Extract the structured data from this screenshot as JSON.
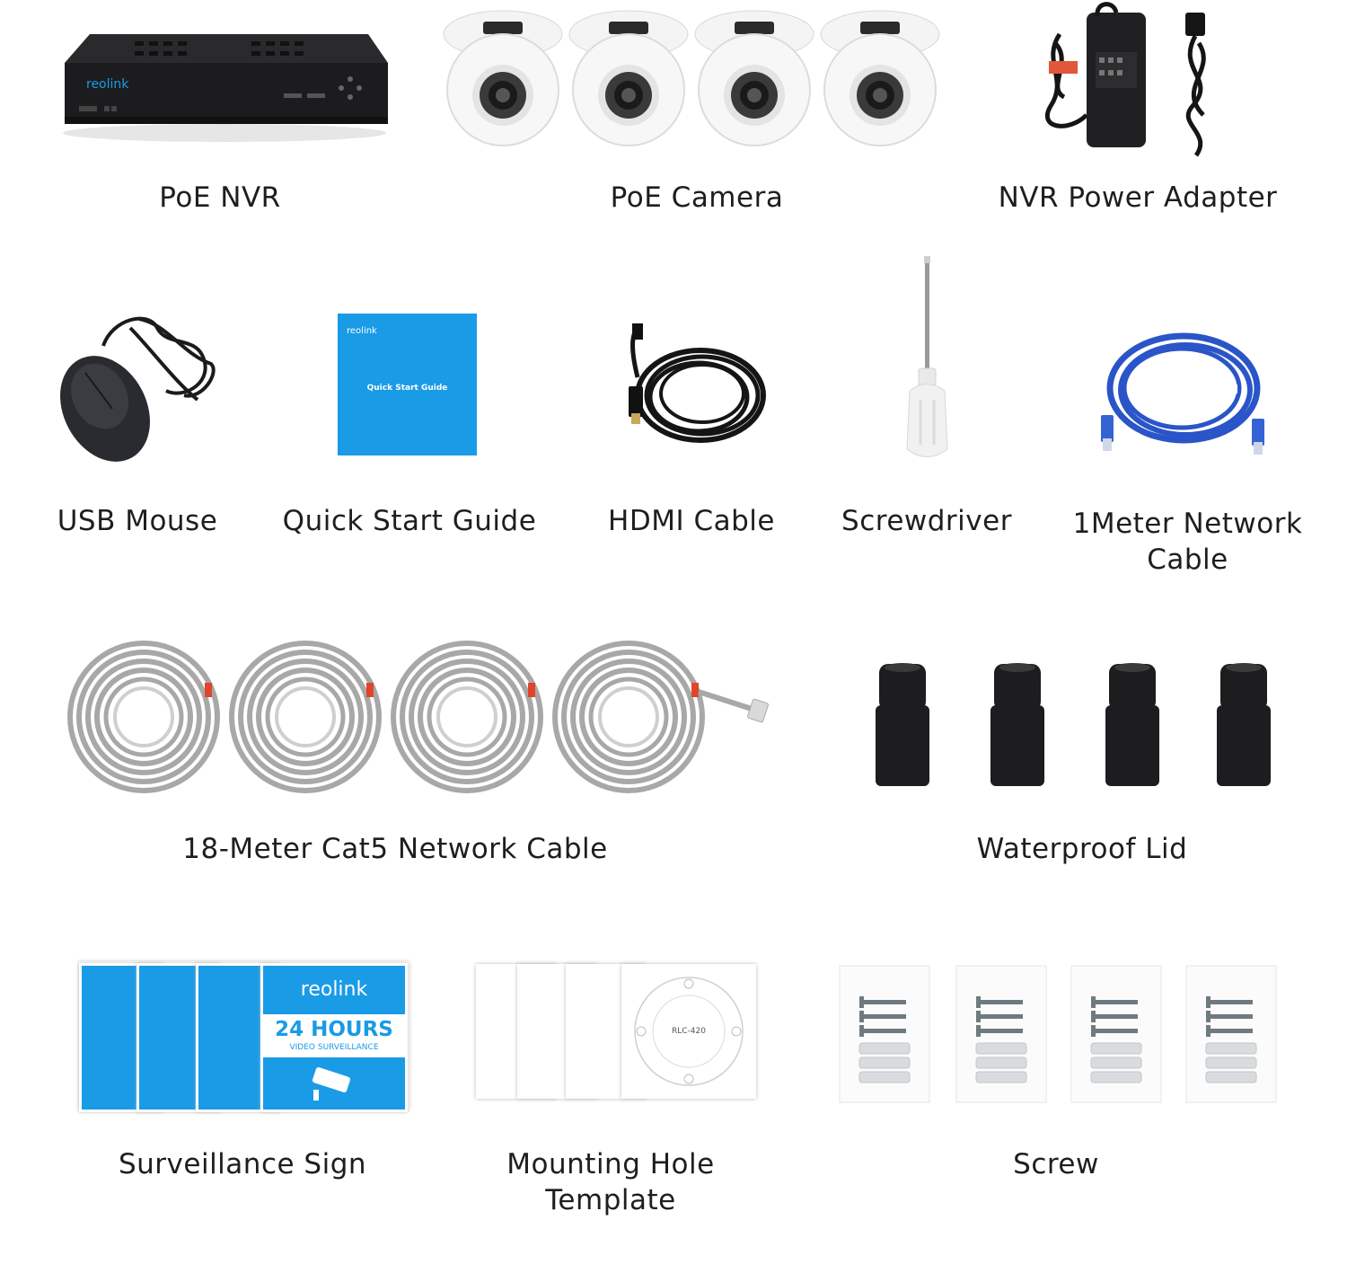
{
  "brand": {
    "logo_text": "reolink",
    "colors": {
      "brand_blue": "#1a9be6",
      "cable_blue": "#2a55c8",
      "nvr_black": "#1c1c1e"
    }
  },
  "items": {
    "poe_nvr": {
      "label": "PoE NVR"
    },
    "poe_camera": {
      "label": "PoE Camera"
    },
    "nvr_power_adapter": {
      "label": "NVR Power Adapter"
    },
    "usb_mouse": {
      "label": "USB Mouse"
    },
    "quick_start_guide": {
      "label": "Quick Start Guide",
      "cover_title": "Quick Start Guide"
    },
    "hdmi_cable": {
      "label": "HDMI Cable"
    },
    "screwdriver": {
      "label": "Screwdriver"
    },
    "network_cable_1m": {
      "label": "1Meter Network Cable"
    },
    "network_cable_18m": {
      "label": "18-Meter Cat5 Network Cable"
    },
    "waterproof_lid": {
      "label": "Waterproof Lid"
    },
    "surveillance_sign": {
      "label": "Surveillance Sign",
      "sign_headline": "24 HOURS",
      "sign_subline": "VIDEO SURVEILLANCE"
    },
    "mounting_template": {
      "label": "Mounting Hole Template",
      "model_text": "RLC-420"
    },
    "screw": {
      "label": "Screw"
    }
  }
}
